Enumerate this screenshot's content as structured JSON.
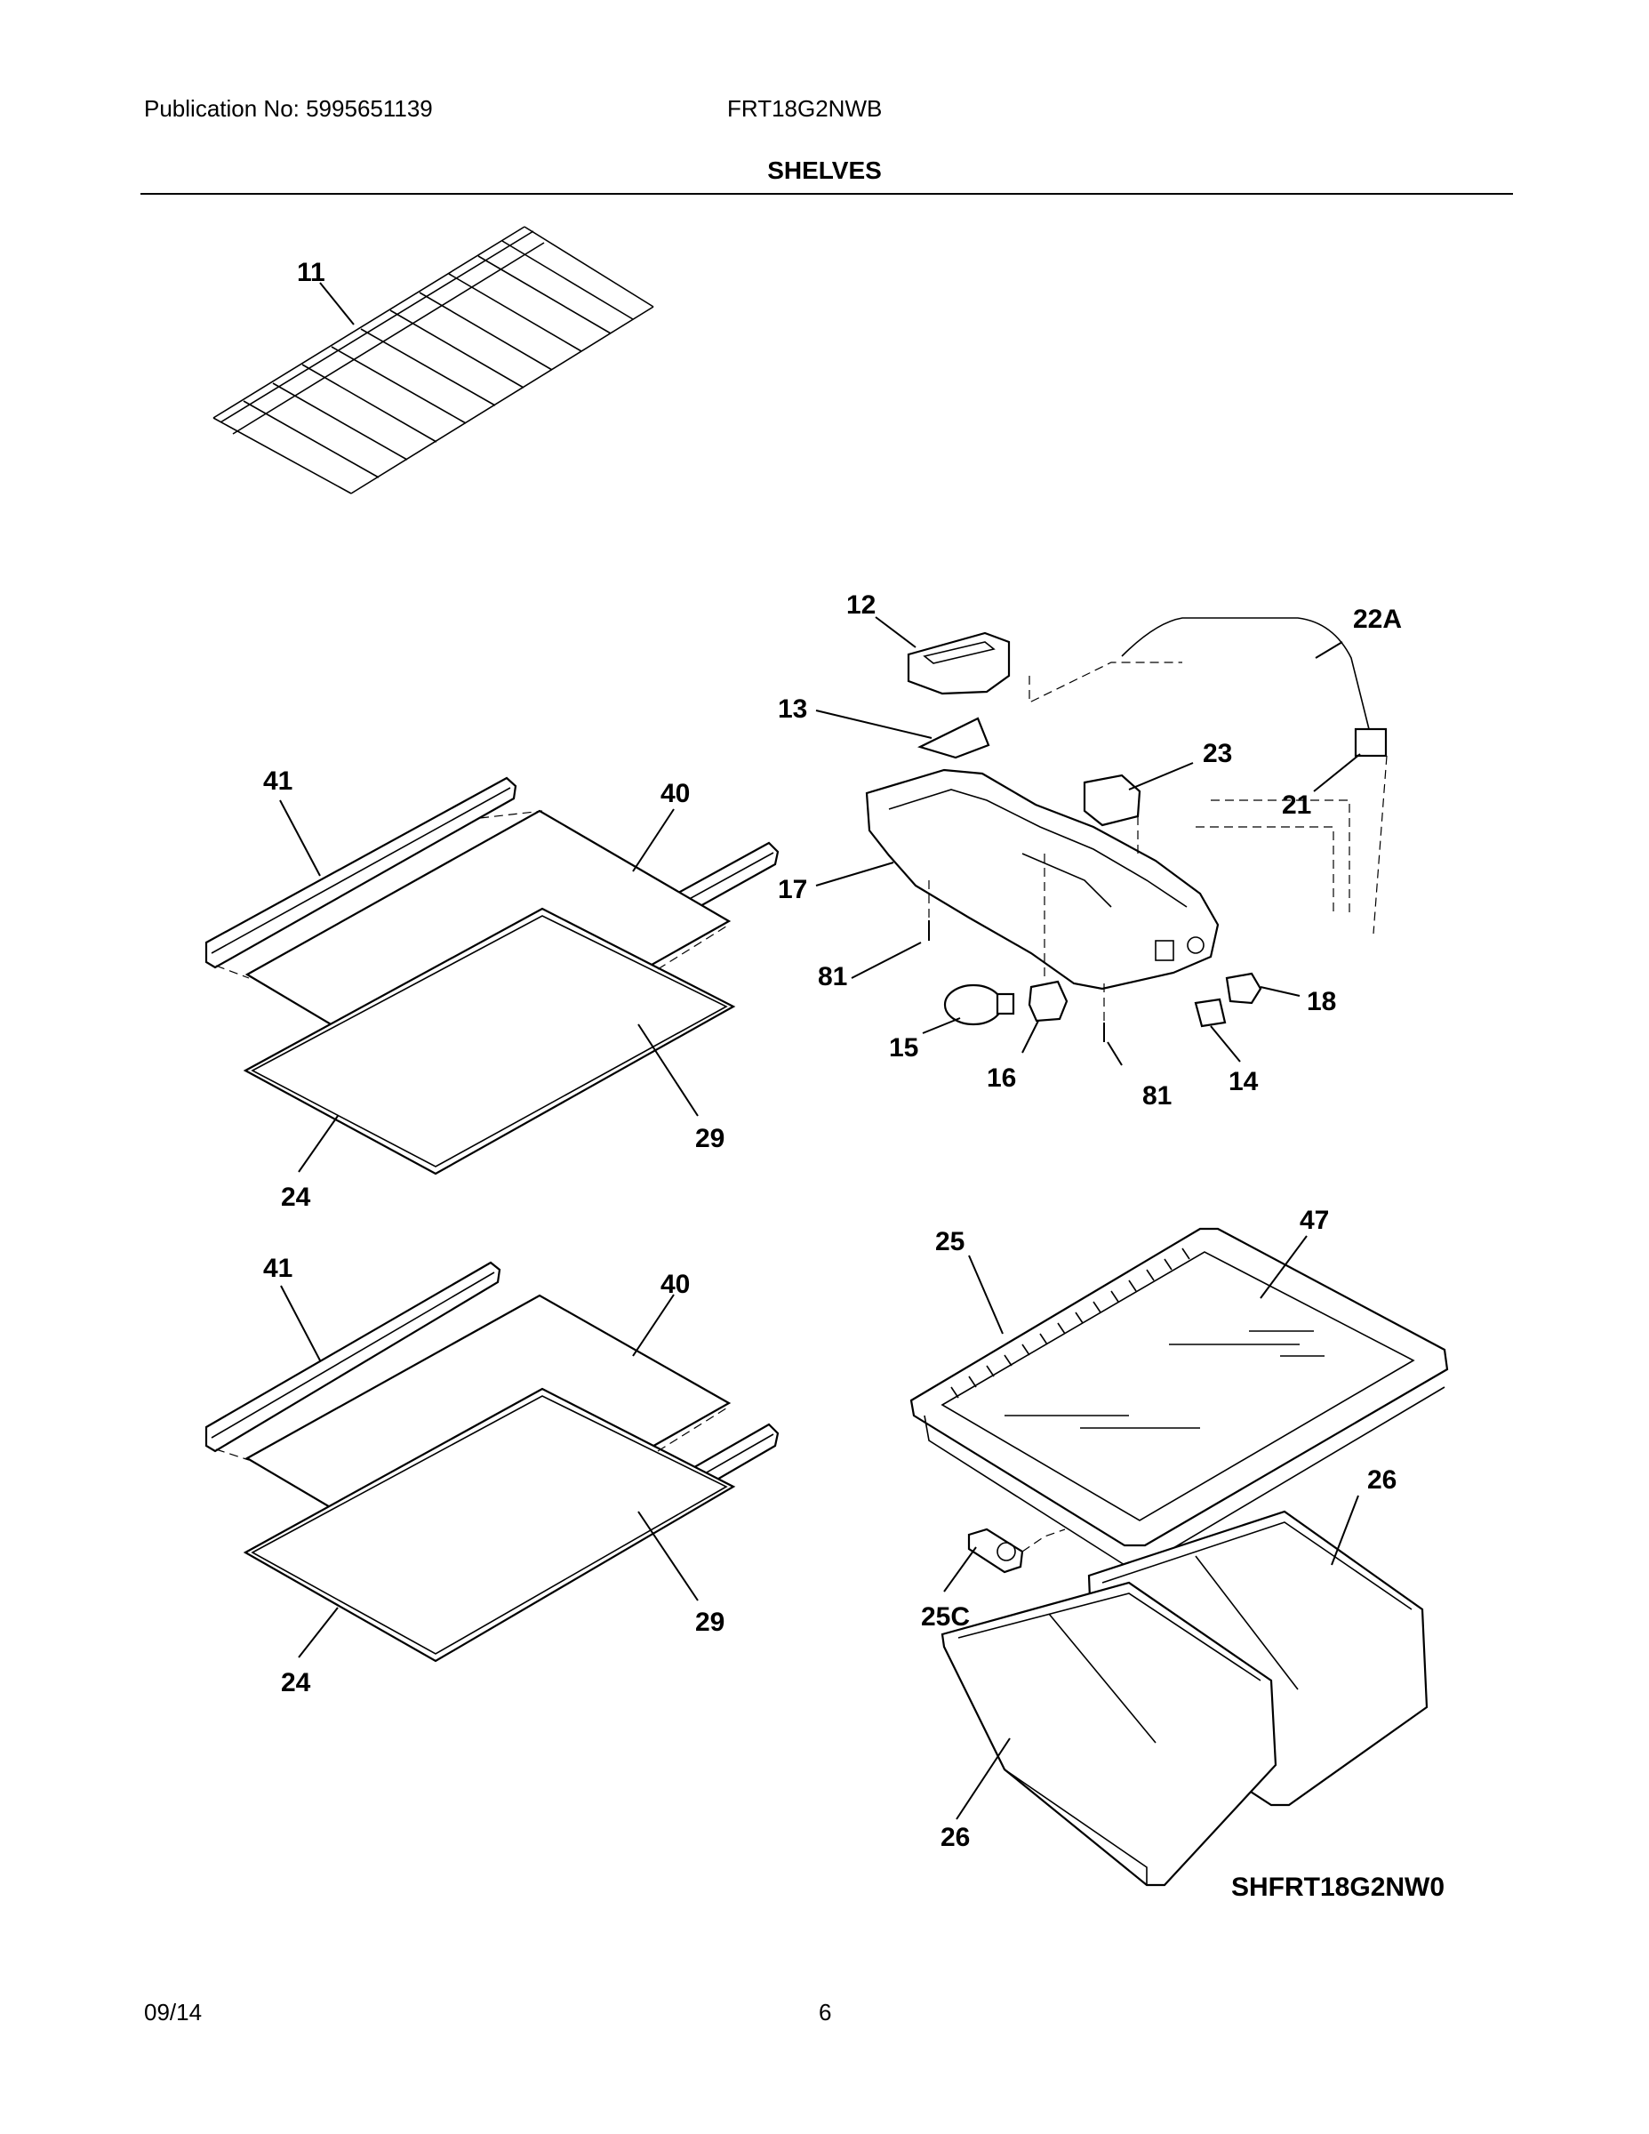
{
  "header": {
    "publication": "Publication No:  5995651139",
    "model": "FRT18G2NWB",
    "section_title": "SHELVES"
  },
  "callouts": {
    "c11": "11",
    "c12": "12",
    "c13": "13",
    "c22a": "22A",
    "c23": "23",
    "c21": "21",
    "c17": "17",
    "c81a": "81",
    "c81b": "81",
    "c15": "15",
    "c16": "16",
    "c14": "14",
    "c18": "18",
    "c41a": "41",
    "c40a": "40",
    "c29a": "29",
    "c24a": "24",
    "c41b": "41",
    "c40b": "40",
    "c29b": "29",
    "c24b": "24",
    "c25": "25",
    "c47": "47",
    "c26a": "26",
    "c26b": "26",
    "c25c": "25C"
  },
  "diagram_code": "SHFRT18G2NW0",
  "footer": {
    "date": "09/14",
    "page_number": "6"
  }
}
